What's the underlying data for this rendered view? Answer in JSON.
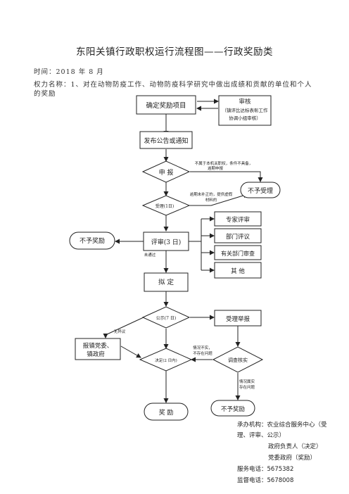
{
  "doc": {
    "title": "东阳关镇行政职权运行流程图——行政奖励类",
    "time": "时间：2018 年 8 月",
    "power_name_line1": "权力名称：1、对在动物防疫工作、动物防疫科学研究中做出成绩和贡献的单位和个人",
    "power_name_line2": "的奖励"
  },
  "diagram": {
    "confirm": "确定奖励项目",
    "review_title": "审核",
    "review_line1": "（镇评比达标表彰工作",
    "review_line2": "协调小组审核）",
    "publish": "发布公告或通知",
    "apply": "申  报",
    "note_not_in_scope_1": "不属于本机关职权，条件不具备，",
    "note_not_in_scope_2": "逾期申报",
    "not_accept_1": "不予受理",
    "note_missing_1": "逾期未补正的，提供虚假",
    "note_missing_2": "材料的",
    "accept": "受理(1日)",
    "expert": "专家评审",
    "dept": "部门评议",
    "related": "有关部门审查",
    "other": "其  他",
    "no_reward": "不予奖励",
    "evaluate": "评审(3 日)",
    "not_passed": "未通过",
    "draft": "拟  定",
    "publicity": "公示(7 日)",
    "report": "受理举报",
    "no_objection": "无异议",
    "submit_1": "报镇党委、",
    "submit_2": "镇政府",
    "decide": "决定(2 日内)",
    "untrue_1": "情况不实，",
    "untrue_2": "不存在问题",
    "investigate": "调查核实",
    "true_1": "情况属实",
    "true_2": "存在问题",
    "reward": "奖  励",
    "no_reward_2": "不予奖励"
  },
  "footer": {
    "agency_1": "承办机构：农业综合服务中心（受",
    "agency_2": "理、评审、公示）",
    "leader": "政府负责人（决定）",
    "party": "党委政府（奖励）",
    "phone": "服务电话：5675382",
    "supervise": "监督电话：5678008"
  }
}
